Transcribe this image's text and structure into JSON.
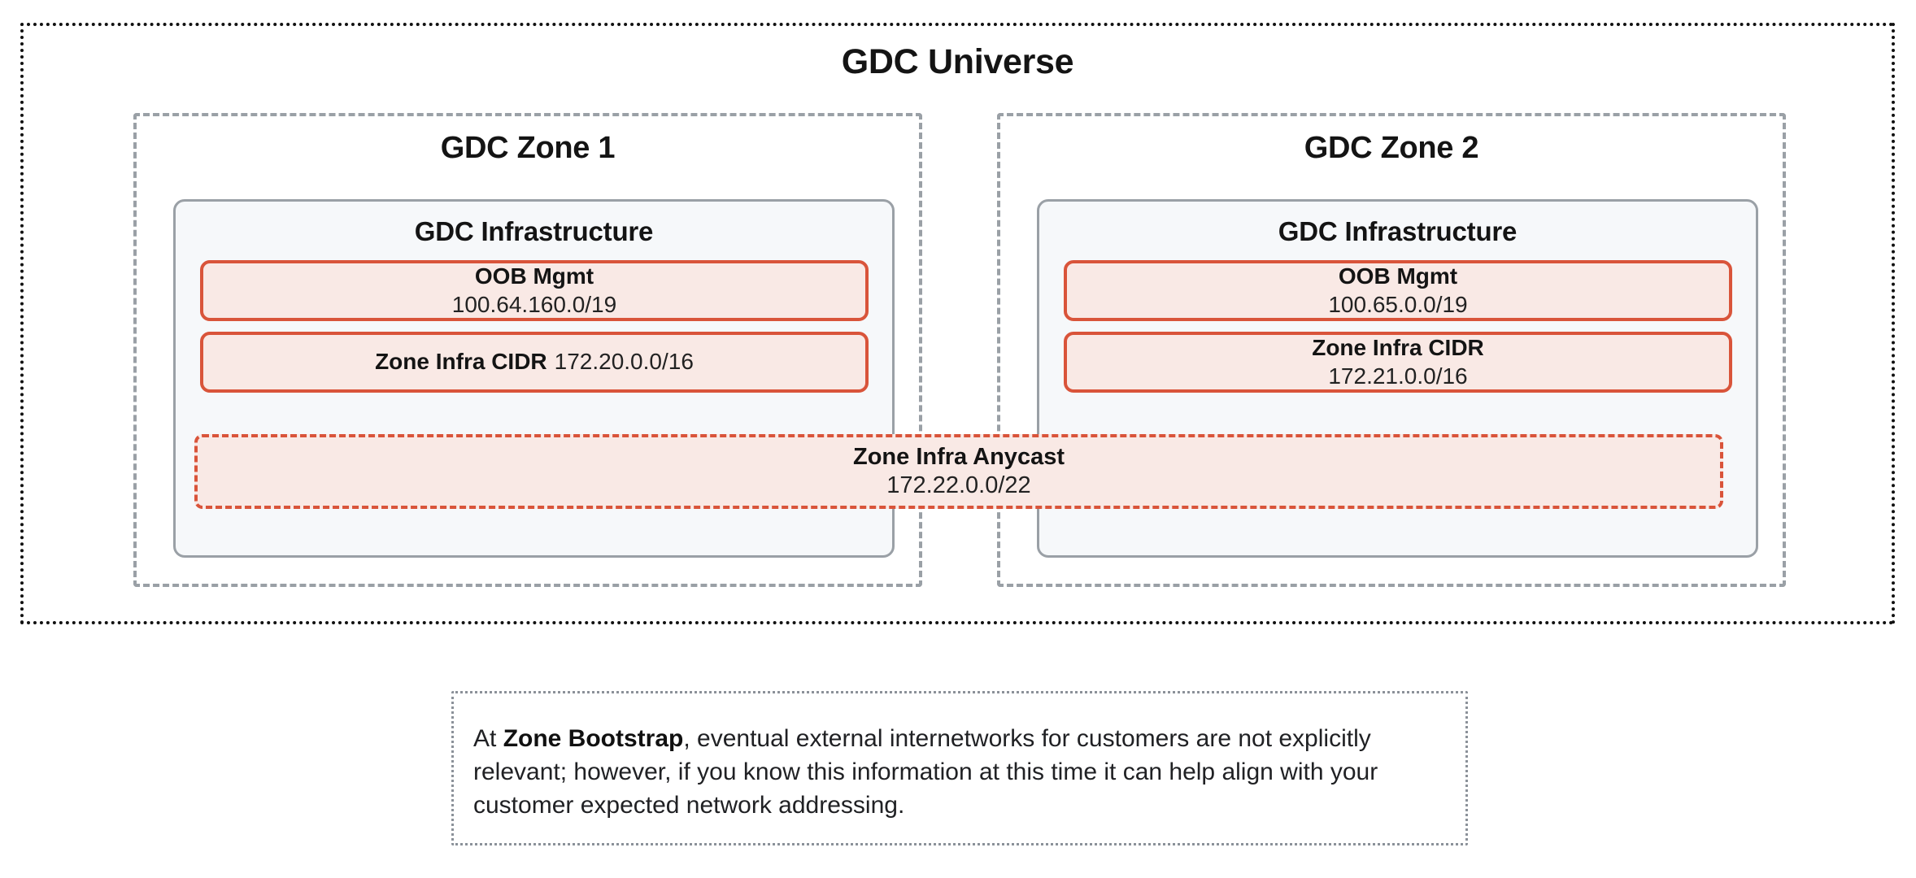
{
  "diagram": {
    "universe": {
      "title": "GDC Universe"
    },
    "zones": [
      {
        "title": "GDC Zone 1",
        "infrastructure": {
          "title": "GDC Infrastructure",
          "blocks": [
            {
              "label": "OOB Mgmt",
              "value": "100.64.160.0/19",
              "layout": "stacked"
            },
            {
              "label": "Zone Infra CIDR",
              "value": "172.20.0.0/16",
              "layout": "inline"
            }
          ]
        }
      },
      {
        "title": "GDC Zone 2",
        "infrastructure": {
          "title": "GDC Infrastructure",
          "blocks": [
            {
              "label": "OOB Mgmt",
              "value": "100.65.0.0/19",
              "layout": "stacked"
            },
            {
              "label": "Zone Infra CIDR",
              "value": "172.21.0.0/16",
              "layout": "stacked"
            }
          ]
        }
      }
    ],
    "anycast": {
      "label": "Zone Infra Anycast",
      "value": "172.22.0.0/22"
    },
    "note": {
      "lead_in": "At ",
      "emphasis": "Zone Bootstrap",
      "body": ", eventual external internetworks for customers are not explicitly relevant; however, if you know this information at this time it can help align with your customer expected network addressing."
    }
  },
  "colors": {
    "accent_red_border": "#d9543a",
    "accent_red_fill": "#f9e9e5",
    "panel_border_gray": "#9aa0a6",
    "panel_fill_gray": "#f6f8fa",
    "universe_border": "#111111",
    "note_border": "#8b9199"
  }
}
